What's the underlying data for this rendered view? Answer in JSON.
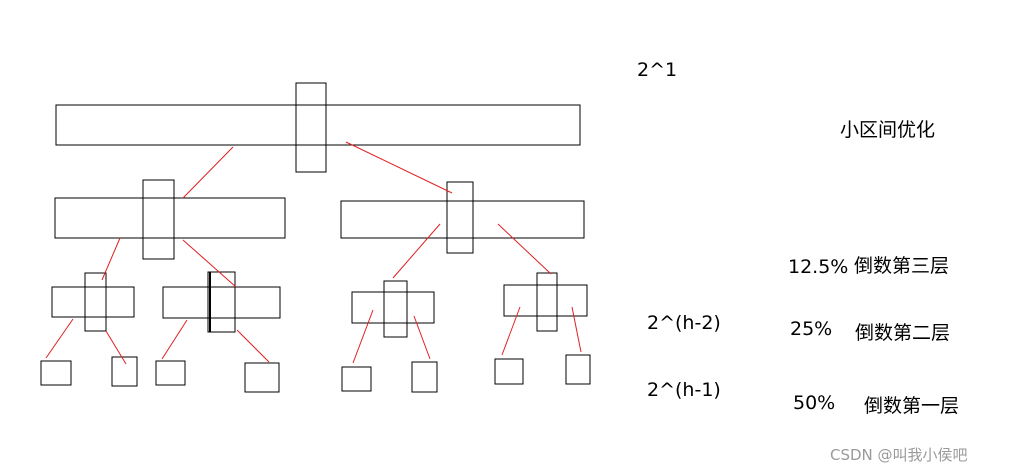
{
  "labels": {
    "top_power": "2^1",
    "optimization": "小区间优化",
    "pct_third": "12.5%",
    "layer_third": "倒数第三层",
    "power_h2": "2^(h-2)",
    "pct_second": "25%",
    "layer_second": "倒数第二层",
    "power_h1": "2^(h-1)",
    "pct_first": "50%",
    "layer_first": "倒数第一层"
  },
  "watermark": "CSDN @叫我小侯吧",
  "colors": {
    "box_stroke": "#000000",
    "edge_stroke": "#e02020",
    "watermark": "#9a9a9a"
  }
}
